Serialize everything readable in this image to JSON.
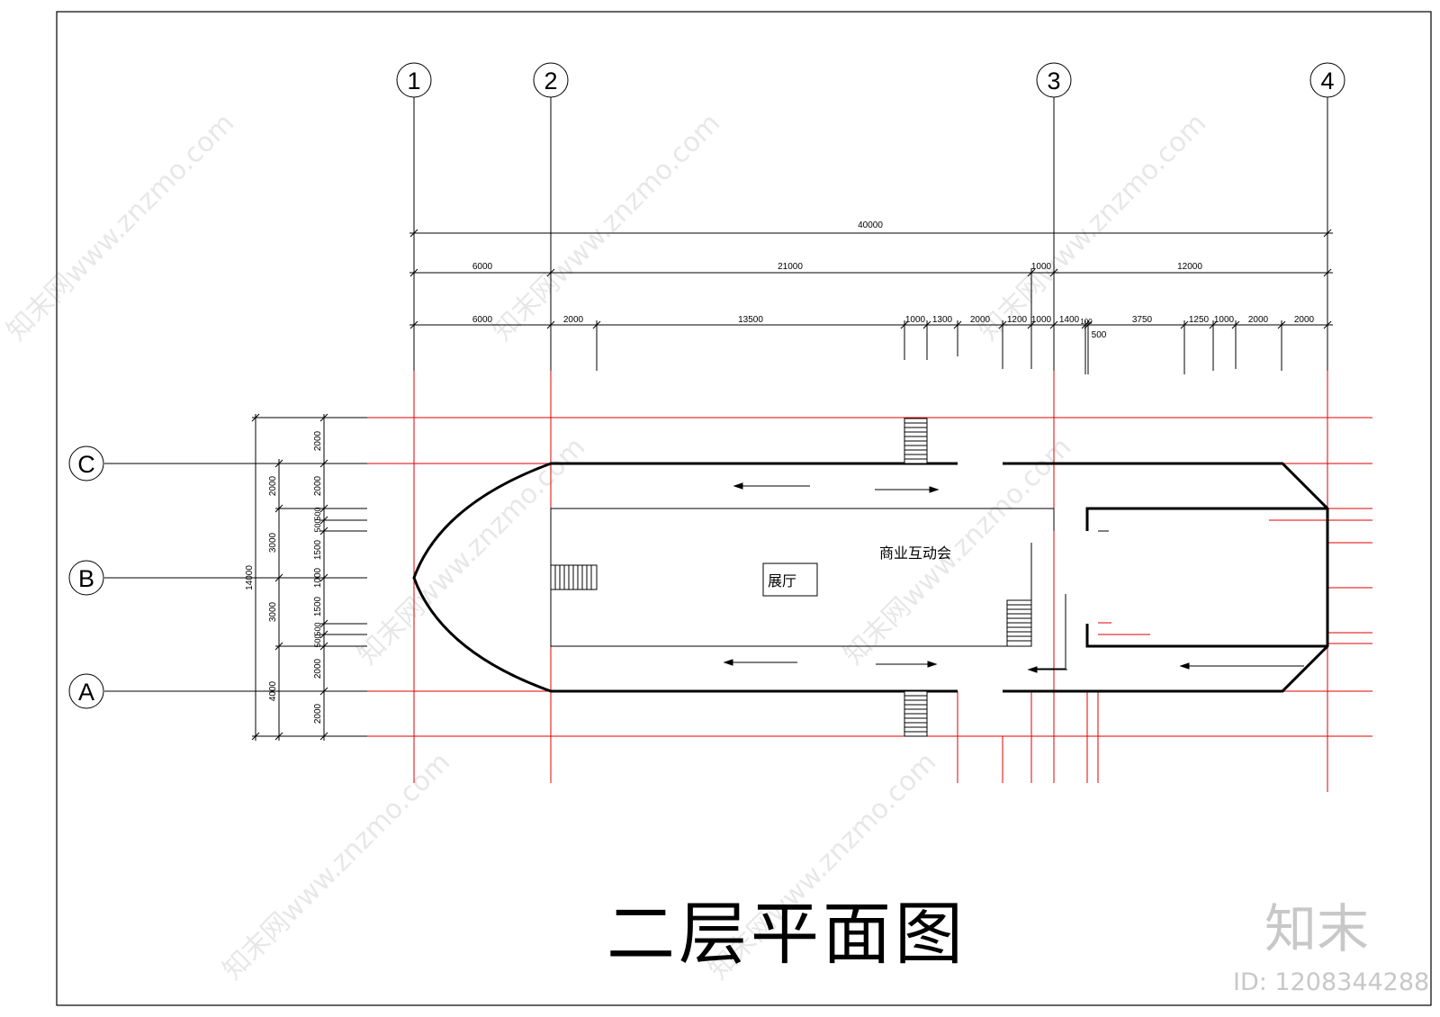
{
  "title": "二层平面图",
  "colors": {
    "wall": "#000000",
    "grid_line": "#e00000",
    "watermark": "#c8c8c8"
  },
  "axes": {
    "vertical": [
      "1",
      "2",
      "3",
      "4"
    ],
    "horizontal": [
      "C",
      "B",
      "A"
    ]
  },
  "dimensions": {
    "top_total": "40000",
    "top_mid": [
      "6000",
      "21000",
      "1000",
      "12000"
    ],
    "top_detail": [
      "6000",
      "2000",
      "13500",
      "1000",
      "1300",
      "2000",
      "1200",
      "1000",
      "1400",
      "100",
      "500",
      "3750",
      "1250",
      "1000",
      "2000",
      "2000"
    ],
    "left_total": "14000",
    "left_mid": [
      "2000",
      "3000",
      "3000",
      "4000"
    ],
    "left_detail": [
      "2000",
      "2000",
      "500",
      "500",
      "1500",
      "1000",
      "1500",
      "500",
      "500",
      "2000",
      "2000"
    ]
  },
  "rooms": {
    "hall": "展厅",
    "business": "商业互动会"
  },
  "watermark": {
    "logo": "知末",
    "id": "ID: 1208344288",
    "site": "知末网www.znzmo.com"
  }
}
